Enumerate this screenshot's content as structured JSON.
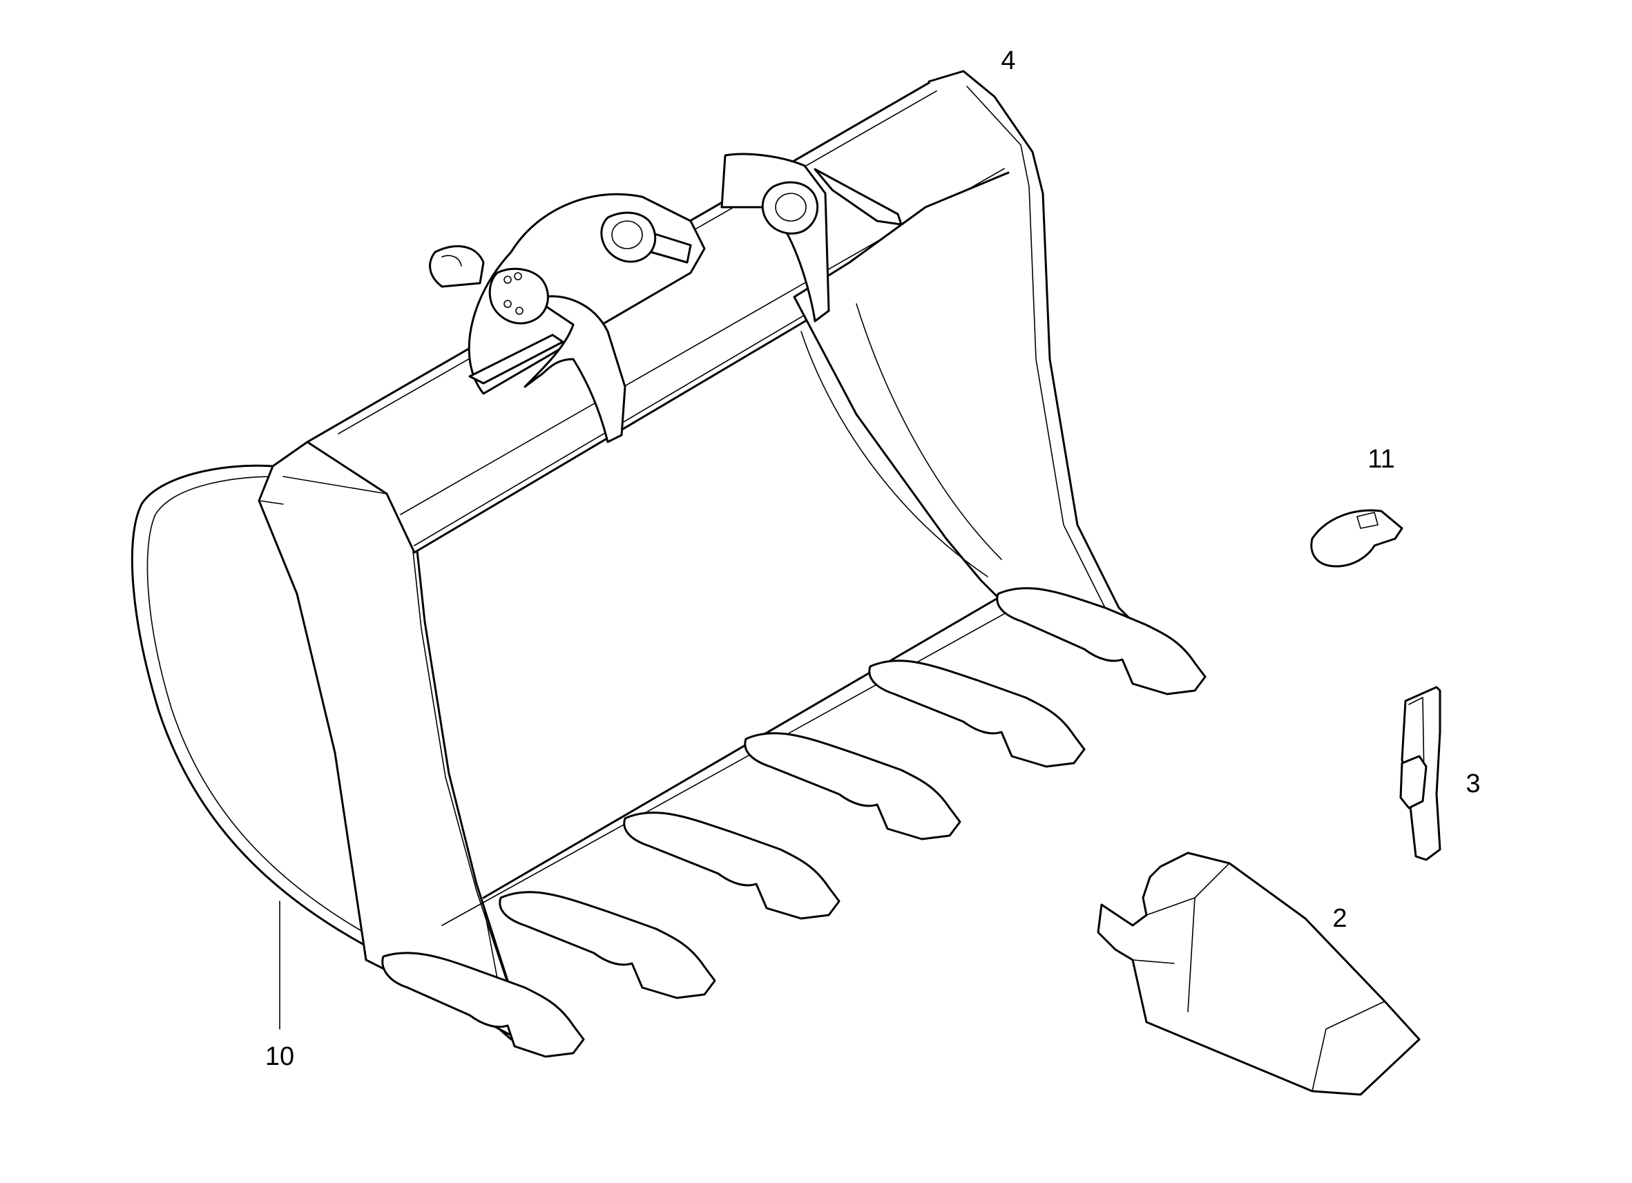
{
  "callouts": {
    "part_4": "4",
    "part_11": "11",
    "part_3": "3",
    "part_2": "2",
    "part_10": "10"
  }
}
